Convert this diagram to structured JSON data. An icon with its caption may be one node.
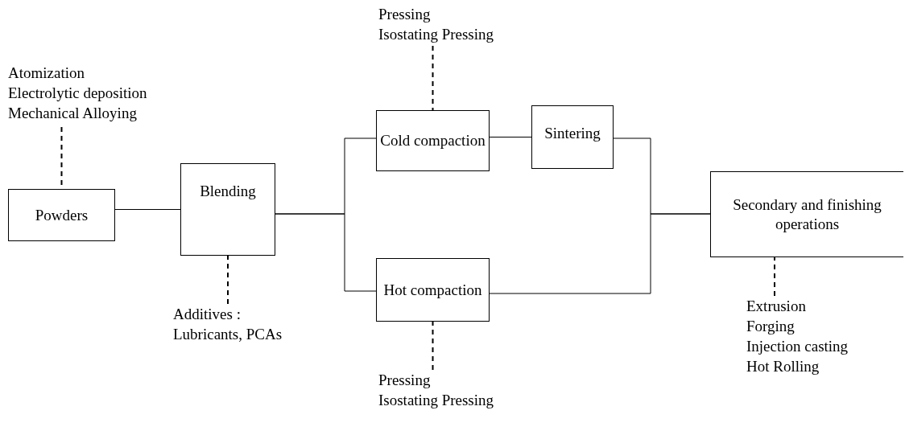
{
  "diagram": {
    "nodes": [
      {
        "text": [
          "Atomization",
          "Electrolytic deposition",
          "Mechanical Alloying"
        ]
      },
      {
        "text": [
          "Powders"
        ]
      },
      {
        "text": [
          "Blending"
        ]
      },
      {
        "text": [
          "Additives :",
          "Lubricants, PCAs"
        ]
      },
      {
        "text": [
          "Pressing",
          "Isostating Pressing"
        ]
      },
      {
        "text": [
          "Cold compaction"
        ]
      },
      {
        "text": [
          "Sintering"
        ]
      },
      {
        "text": [
          "Hot compaction"
        ]
      },
      {
        "text": [
          "Pressing",
          "Isostating Pressing"
        ]
      },
      {
        "text": [
          "Secondary and finishing operations"
        ]
      },
      {
        "text": [
          "Extrusion",
          "Forging",
          "Injection casting",
          "Hot Rolling"
        ]
      }
    ],
    "edges": [
      {
        "from": 0,
        "to": 1,
        "arrow": "none",
        "style": "dashed"
      },
      {
        "from": 1,
        "to": 2,
        "arrow": "none"
      },
      {
        "from": 2,
        "to": 5,
        "arrow": "none"
      },
      {
        "from": 2,
        "to": 7,
        "arrow": "none"
      },
      {
        "from": 4,
        "to": 5,
        "arrow": "none",
        "style": "dashed"
      },
      {
        "from": 5,
        "to": 6,
        "arrow": "none"
      },
      {
        "from": 6,
        "to": 9,
        "arrow": "none"
      },
      {
        "from": 7,
        "to": 9,
        "arrow": "none"
      },
      {
        "from": 3,
        "to": 2,
        "arrow": "none",
        "style": "dashed"
      },
      {
        "from": 8,
        "to": 7,
        "arrow": "none",
        "style": "dashed"
      },
      {
        "from": 10,
        "to": 9,
        "arrow": "none",
        "style": "dashed"
      }
    ]
  }
}
